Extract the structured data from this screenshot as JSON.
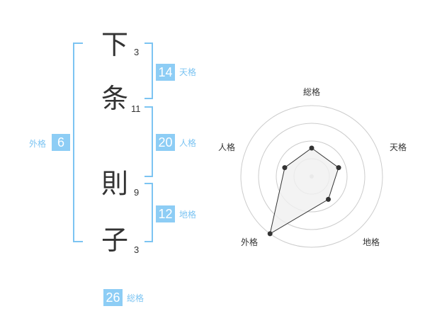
{
  "name": {
    "chars": [
      {
        "char": "下",
        "strokes": "3"
      },
      {
        "char": "条",
        "strokes": "11"
      },
      {
        "char": "則",
        "strokes": "9"
      },
      {
        "char": "子",
        "strokes": "3"
      }
    ]
  },
  "scores": {
    "tenkaku": {
      "value": "14",
      "label": "天格"
    },
    "jinkaku": {
      "value": "20",
      "label": "人格"
    },
    "chikaku": {
      "value": "12",
      "label": "地格"
    },
    "gaikaku": {
      "value": "6",
      "label": "外格"
    },
    "soukaku": {
      "value": "26",
      "label": "総格"
    }
  },
  "chart_data": {
    "type": "radar",
    "axes": [
      "総格",
      "天格",
      "地格",
      "外格",
      "人格"
    ],
    "values": [
      2,
      2,
      2,
      5,
      2
    ],
    "max": 5,
    "rings": 4,
    "colors": {
      "line": "#333333",
      "fill": "#f0f0f0",
      "ring": "#cccccc",
      "center": "#cccccc"
    }
  }
}
